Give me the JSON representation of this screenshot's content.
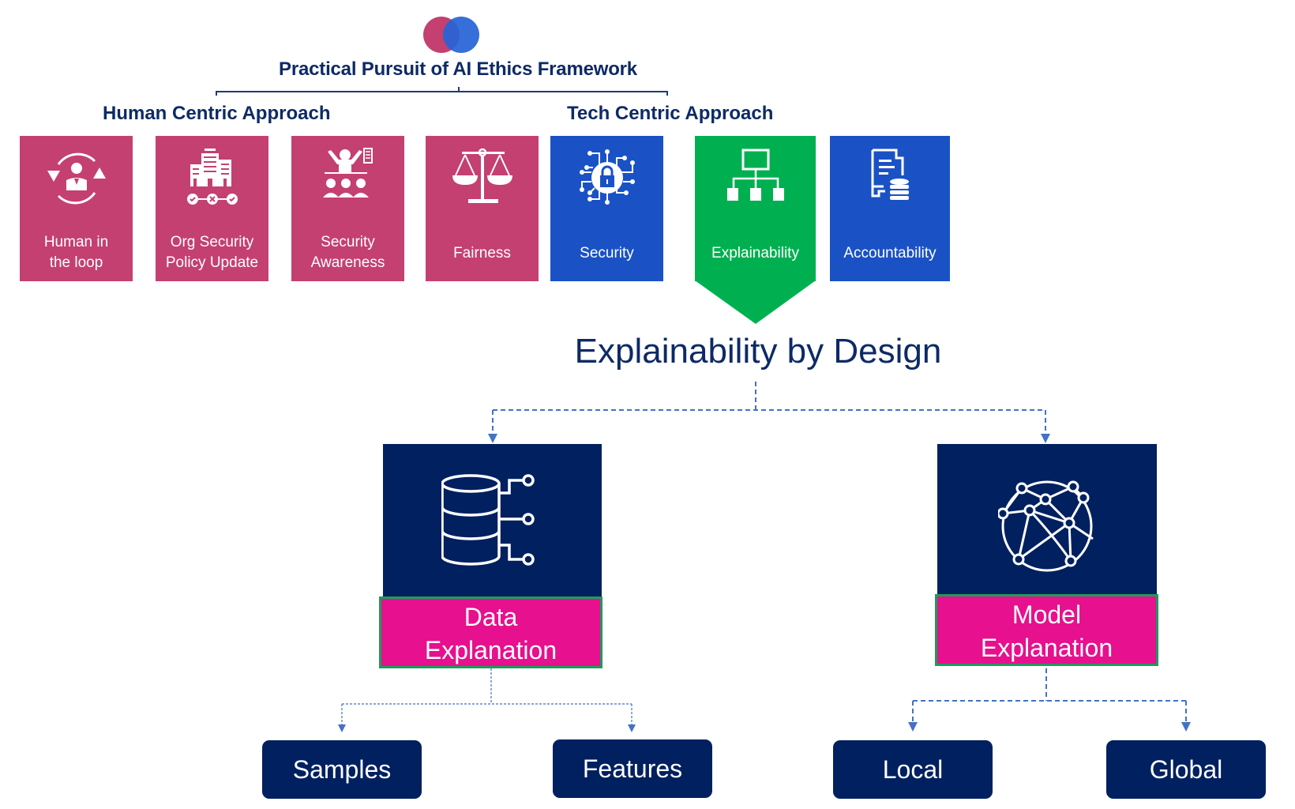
{
  "header": {
    "logo": "overlapping-circles-logo",
    "title": "Practical Pursuit of AI Ethics Framework"
  },
  "sections": {
    "human_centric": "Human Centric Approach",
    "tech_centric": "Tech Centric Approach"
  },
  "tiles": [
    {
      "label_line1": "Human in",
      "label_line2": "the loop",
      "icon": "human-loop-icon",
      "color": "#c44071"
    },
    {
      "label_line1": "Org Security",
      "label_line2": "Policy Update",
      "icon": "building-policy-icon",
      "color": "#c44071"
    },
    {
      "label_line1": "Security",
      "label_line2": "Awareness",
      "icon": "training-audience-icon",
      "color": "#c44071"
    },
    {
      "label_line1": "Fairness",
      "label_line2": "",
      "icon": "scales-icon",
      "color": "#c44071"
    },
    {
      "label_line1": "Security",
      "label_line2": "",
      "icon": "lock-circuit-icon",
      "color": "#1a52c6"
    },
    {
      "label_line1": "Explainability",
      "label_line2": "",
      "icon": "hierarchy-icon",
      "color": "#00b050",
      "selected": true
    },
    {
      "label_line1": "Accountability",
      "label_line2": "",
      "icon": "document-database-icon",
      "color": "#1a52c6"
    }
  ],
  "detail": {
    "title": "Explainability by Design",
    "branches": [
      {
        "label_line1": "Data",
        "label_line2": "Explanation",
        "icon": "database-connections-icon",
        "children": [
          "Samples",
          "Features"
        ]
      },
      {
        "label_line1": "Model",
        "label_line2": "Explanation",
        "icon": "network-globe-icon",
        "children": [
          "Local",
          "Global"
        ]
      }
    ]
  },
  "colors": {
    "human": "#c44071",
    "tech": "#1a52c6",
    "selected": "#00b050",
    "navy": "#002060",
    "magenta": "#e7108e",
    "connector": "#4472c4"
  }
}
